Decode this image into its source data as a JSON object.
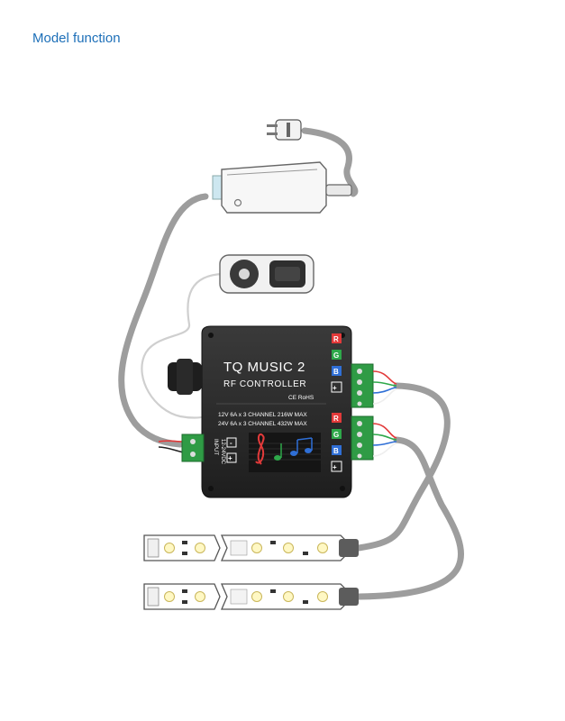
{
  "page": {
    "heading": "Model function"
  },
  "controller": {
    "title": "TQ MUSIC 2",
    "subtitle": "RF CONTROLLER",
    "cert": "CE RoHS",
    "spec_line_1": "12V  6A x 3  CHANNEL    216W MAX",
    "spec_line_2": "24V  6A x 3  CHANNEL    432W MAX",
    "input_label": "INPUT",
    "input_voltage": "12-24VDC",
    "minus": "-",
    "plus": "+",
    "channels": [
      "R",
      "G",
      "B",
      "+"
    ]
  },
  "colors": {
    "heading": "#1d6fb8",
    "cable": "#9a9a9a",
    "controller_body": "#2b2b2b",
    "channel_r": "#e23a3a",
    "channel_g": "#2ea84a",
    "channel_b": "#2f6fd6",
    "terminal": "#2f9b45"
  },
  "icons": [
    "power-plug-icon",
    "power-adapter-icon",
    "remote-control-icon",
    "music-notes-icon",
    "led-strip-icon"
  ]
}
